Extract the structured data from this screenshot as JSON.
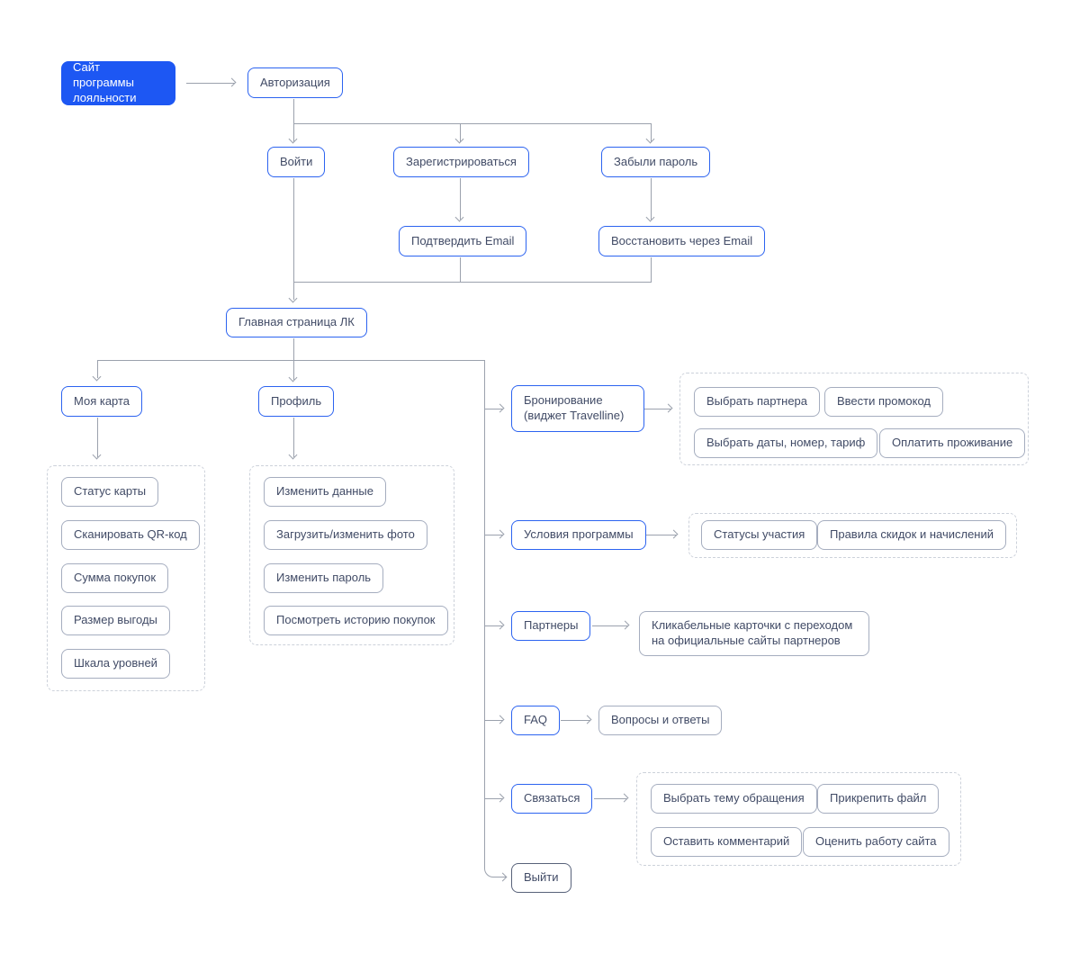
{
  "colors": {
    "accent_fill": "#1d57f3",
    "accent_border": "#2c63f0",
    "node_text": "#414b66",
    "child_border": "#a5adbf",
    "dark_border": "#58627a",
    "dashed_border": "#ccd1da",
    "connector": "#9ba1ad",
    "background": "#ffffff"
  },
  "diagram": {
    "root": {
      "label": "Сайт программы лояльности"
    },
    "auth": {
      "label": "Авторизация"
    },
    "login": {
      "label": "Войти"
    },
    "register": {
      "label": "Зарегистрироваться"
    },
    "forgot_password": {
      "label": "Забыли пароль"
    },
    "confirm_email": {
      "label": "Подтвердить Email"
    },
    "restore_via_email": {
      "label": "Восстановить через Email"
    },
    "lk_home": {
      "label": "Главная страница ЛК"
    },
    "my_card": {
      "label": "Моя карта",
      "items": [
        "Статус карты",
        "Сканировать QR-код",
        "Сумма покупок",
        "Размер выгоды",
        "Шкала уровней"
      ]
    },
    "profile": {
      "label": "Профиль",
      "items": [
        "Изменить данные",
        "Загрузить/изменить фото",
        "Изменить пароль",
        "Посмотреть историю покупок"
      ]
    },
    "booking": {
      "label": "Бронирование (виджет Travelline)",
      "items": [
        "Выбрать партнера",
        "Ввести промокод",
        "Выбрать даты, номер, тариф",
        "Оплатить проживание"
      ]
    },
    "terms": {
      "label": "Условия программы",
      "items": [
        "Статусы участия",
        "Правила скидок и начислений"
      ]
    },
    "partners": {
      "label": "Партнеры",
      "target": "Кликабельные карточки с переходом на официальные сайты партнеров"
    },
    "faq": {
      "label": "FAQ",
      "target": "Вопросы и ответы"
    },
    "contact": {
      "label": "Связаться",
      "items": [
        "Выбрать тему обращения",
        "Прикрепить файл",
        "Оставить комментарий",
        "Оценить работу сайта"
      ]
    },
    "logout": {
      "label": "Выйти"
    }
  }
}
